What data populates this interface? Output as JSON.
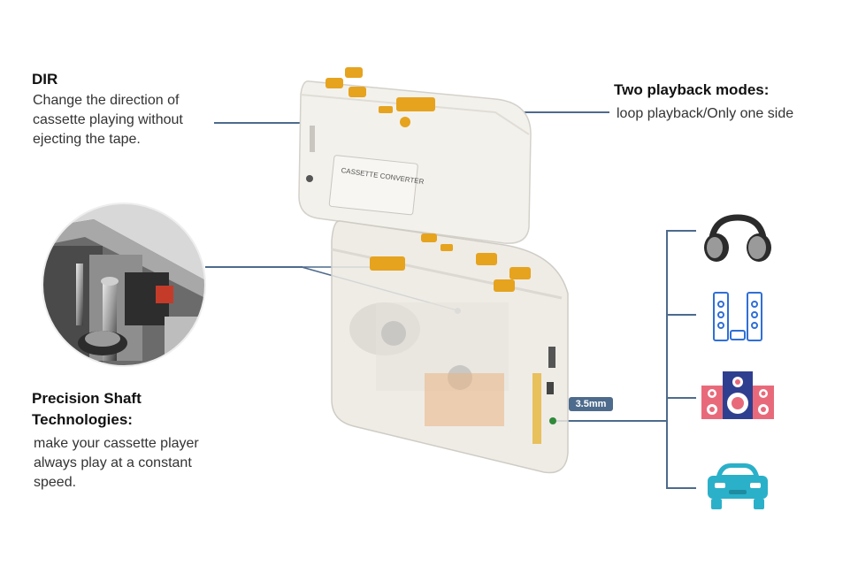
{
  "dir": {
    "title": "DIR",
    "lines": [
      "Change the direction of",
      "cassette playing without",
      "ejecting the tape."
    ]
  },
  "playback": {
    "title": "Two playback modes:",
    "text": "loop playback/Only one side"
  },
  "precision": {
    "title_lines": [
      "Precision Shaft",
      "Technologies:"
    ],
    "lines": [
      "make your cassette player",
      "always play at a constant",
      "speed."
    ]
  },
  "jack": {
    "label": "3.5mm"
  },
  "device": {
    "label": "CASSETTE CONVERTER"
  },
  "outputs": [
    "headphones-icon",
    "tower-speakers-icon",
    "speaker-system-icon",
    "car-icon"
  ],
  "colors": {
    "accent": "#4d6b8c",
    "button_orange": "#e6a31e",
    "icon_pink": "#e86a7a",
    "icon_blue": "#2f6fd6",
    "icon_teal": "#2bb0c9"
  }
}
